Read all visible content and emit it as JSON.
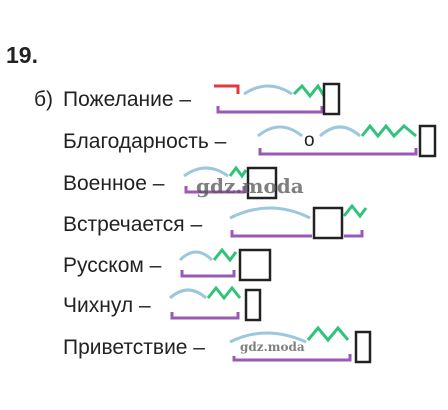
{
  "task": {
    "number": "19.",
    "sub_label": "б)"
  },
  "rows": [
    {
      "word": "Пожелание –"
    },
    {
      "word": "Благодарность –",
      "letter": "о"
    },
    {
      "word": "Военное –"
    },
    {
      "word": "Встречается –"
    },
    {
      "word": "Русском –"
    },
    {
      "word": "Чихнул –"
    },
    {
      "word": "Приветствие –"
    }
  ],
  "watermarks": [
    "gdz.moda",
    "gdz.moda"
  ],
  "colors": {
    "prefix": "#e0393e",
    "root": "#9cc7dc",
    "suffix": "#2fc47a",
    "stem": "#9b59b6",
    "ending": "#222222"
  }
}
